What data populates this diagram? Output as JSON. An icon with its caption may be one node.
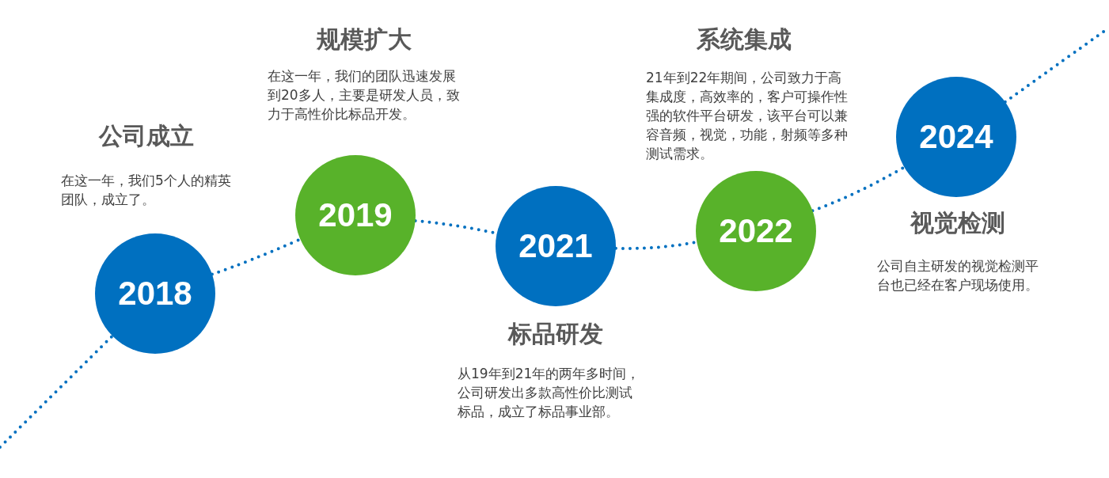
{
  "diagram": {
    "nodes": [
      {
        "text": [
          "2018"
        ],
        "beside": [
          "公司成立",
          "在这一年，我们5个人的精英团队，成立了。"
        ]
      },
      {
        "text": [
          "2019"
        ],
        "beside": [
          "规模扩大",
          "在这一年，我们的团队迅速发展到20多人，主要是研发人员，致力于高性价比标品开发。"
        ]
      },
      {
        "text": [
          "2021"
        ],
        "beside": [
          "标品研发",
          "从19年到21年的两年多时间，公司研发出多款高性价比测试标品，成立了标品事业部。"
        ]
      },
      {
        "text": [
          "2022"
        ],
        "beside": [
          "系统集成",
          "21年到22年期间，公司致力于高集成度，高效率的，客户可操作性强的软件平台研发，该平台可以兼容音频，视觉，功能，射频等多种测试需求。"
        ]
      },
      {
        "text": [
          "2024"
        ],
        "beside": [
          "视觉检测",
          "公司自主研发的视觉检测平台也已经在客户现场使用。"
        ]
      }
    ],
    "edges": [
      {
        "from": null,
        "to": 0,
        "arrow": "none",
        "style": "dashed"
      },
      {
        "from": 0,
        "to": 1,
        "arrow": "none",
        "style": "dashed"
      },
      {
        "from": 1,
        "to": 2,
        "arrow": "none",
        "style": "dashed"
      },
      {
        "from": 2,
        "to": 3,
        "arrow": "none",
        "style": "dashed"
      },
      {
        "from": 3,
        "to": 4,
        "arrow": "none",
        "style": "dashed"
      },
      {
        "from": 4,
        "to": null,
        "arrow": "none",
        "style": "dashed"
      }
    ]
  }
}
